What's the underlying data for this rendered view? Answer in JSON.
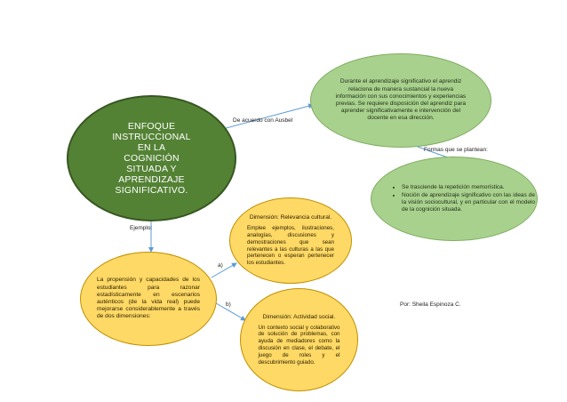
{
  "central": {
    "text": "ENFOQUE INSTRUCCIONAL EN LA COGNICIÓN SITUADA Y APRENDIZAJE SIGNIFICATIVO."
  },
  "ausubel": {
    "edge_label": "De acuerdo con Ausbel",
    "text": "Durante el aprendizaje significativo el aprendiz relaciona de manera sustancial la nueva información con sus conocimientos y experiencias previas. Se requiere disposición del aprendiz para aprender significativamente e intervención del docente en esa dirección."
  },
  "formas": {
    "edge_label": "Formas que se plantean:",
    "items": [
      "Se trasciende la repetición memorística.",
      "Noción de aprendizaje significativo con las ideas de la visión sociocultural, y en particular con el modelo de la cognición situada."
    ]
  },
  "ejemplo": {
    "edge_label": "Ejemplo:",
    "text": "La propensión y capacidades de los estudiantes para razonar estadísticamente en escenarios auténticos (de la vida real) puede mejorarse considerablemente a través de dos dimensiones:"
  },
  "dimensions": [
    {
      "marker": "a)",
      "title": "Dimensión: Relevancia cultural.",
      "text": "Emplee ejemplos, ilustraciones, analogías, discusiones y demostraciones que sean relevantes a las culturas a las que pertenecen o esperan pertenecer los estudiantes."
    },
    {
      "marker": "b)",
      "title": "Dimensión: Actividad social.",
      "text": "Un contexto social y colaborativo de solución de problemas, con ayuda de mediadores como la discusión en clase, el debate, el juego de roles y el descubrimiento guiado."
    }
  ],
  "author": "Por: Sheila Espinoza C.",
  "colors": {
    "central_fill": "#548235",
    "green_fill": "#a9d18e",
    "yellow_fill": "#ffd966",
    "connector": "#5b9bd5"
  }
}
